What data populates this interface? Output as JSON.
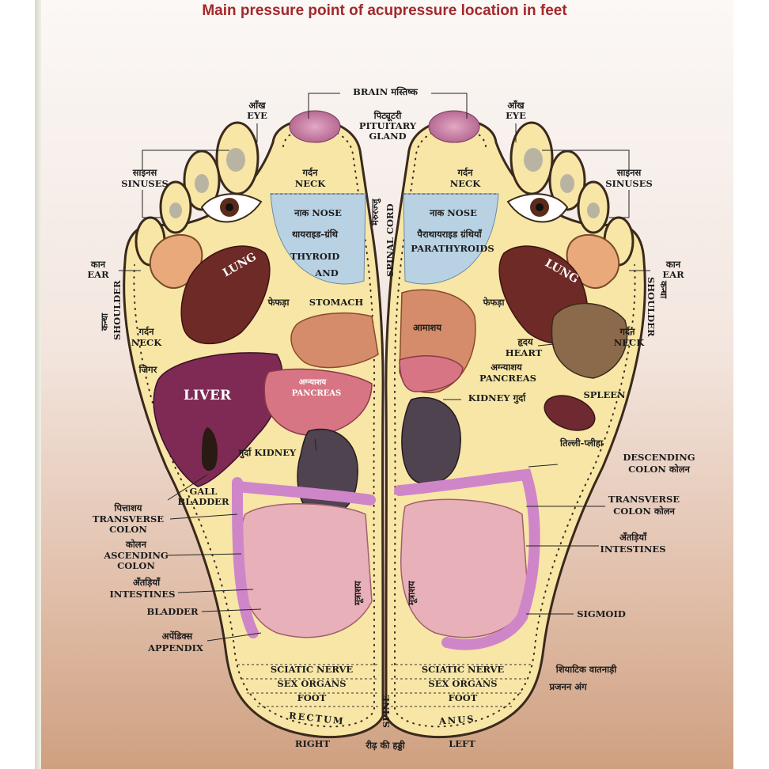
{
  "title": "Main pressure point of acupressure location in feet",
  "labels": {
    "brain": "BRAIN मस्तिष्क",
    "pituitary_hi": "पिट्यूटरी",
    "pituitary_en": "PITUITARY",
    "gland": "GLAND",
    "eye_hi": "आँख",
    "eye_en": "EYE",
    "sinuses_hi": "साइनस",
    "sinuses_en": "SINUSES",
    "neck_hi": "गर्दन",
    "neck_en": "NECK",
    "nose": "नाक NOSE",
    "thyroid_hi": "थायराइड-ग्रंथि",
    "thyroid_en": "THYROID",
    "and": "AND",
    "parathyroids_hi": "पैराथायराइड ग्रंथियाँ",
    "parathyroids_en": "PARATHYROIDS",
    "spinal_cord_hi": "मेरुरज्जु",
    "spinal_cord_en": "SPINAL CORD",
    "ear_hi": "कान",
    "ear_en": "EAR",
    "shoulder_hi": "कन्धा",
    "shoulder_en": "SHOULDER",
    "lung": "LUNG",
    "lung_hi": "फेफड़ा",
    "stomach": "STOMACH",
    "stomach_hi": "आमाशय",
    "liver_hi": "जिगर",
    "liver": "LIVER",
    "pancreas_hi": "अग्न्याशय",
    "pancreas": "PANCREAS",
    "kidney_left": "KIDNEY गुर्दा",
    "kidney_right": "गुर्दा KIDNEY",
    "heart_hi": "हृदय",
    "heart": "HEART",
    "spleen": "SPLEEN",
    "spleen_hi": "तिल्ली-प्लीहा",
    "gall_1": "GALL",
    "gall_2": "BLADDER",
    "gall_hi": "पित्ताशय",
    "transverse_r1": "TRANSVERSE",
    "transverse_r2": "COLON",
    "colon_hi": "कोलन",
    "ascending_1": "ASCENDING",
    "ascending_2": "COLON",
    "intestines_hi": "अँतड़ियाँ",
    "intestines": "INTESTINES",
    "bladder": "BLADDER",
    "bladder_hi": "मूत्राशय",
    "appendix_hi": "अपेंडिक्स",
    "appendix": "APPENDIX",
    "descending_1": "DESCENDING",
    "descending_2": "COLON कोलन",
    "transverse_l1": "TRANSVERSE",
    "transverse_l2": "COLON कोलन",
    "sigmoid": "SIGMOID",
    "sciatic": "SCIATIC NERVE",
    "sex_organs": "SEX ORGANS",
    "foot": "FOOT",
    "sciatic_hi": "शियाटिक वातनाड़ी",
    "sex_organs_hi": "प्रजनन अंग",
    "rectum": "RECTUM",
    "anus": "ANUS",
    "spine": "SPINE",
    "right": "RIGHT",
    "left": "LEFT",
    "spine_hi": "रीढ़ की हड्डी"
  },
  "colors": {
    "title": "#a3282b",
    "foot_fill": "#f8e6a6",
    "foot_outline": "#3a2a1c",
    "liver": "#7e2a55",
    "lung": "#6e2a26",
    "colon": "#cf86c9",
    "kidney": "#4f434f",
    "stomach": "#d58c6a",
    "pancreas": "#d87584",
    "heart": "#8a6a4a",
    "thyroid": "#b9d2e3"
  }
}
